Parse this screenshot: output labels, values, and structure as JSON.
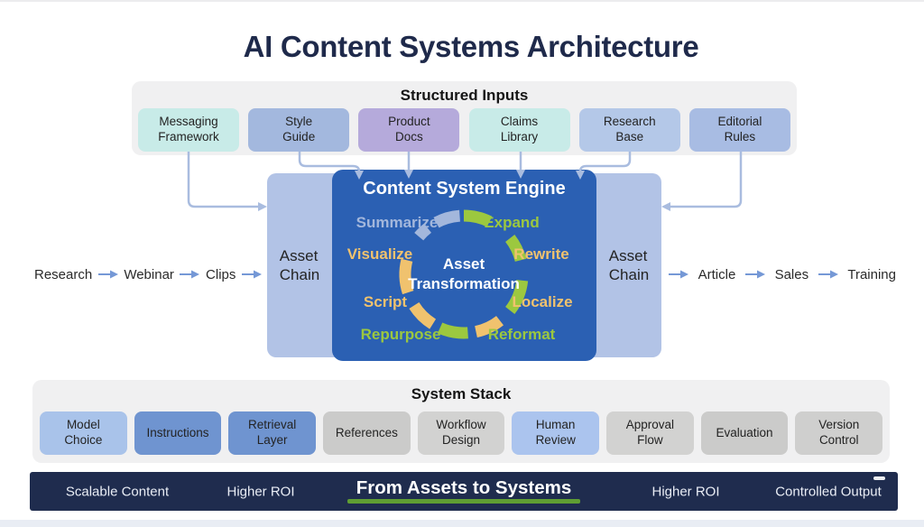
{
  "title": "AI Content Systems Architecture",
  "structured_inputs": {
    "title": "Structured Inputs",
    "boxes": [
      {
        "label": "Messaging\nFramework",
        "color": "#c8ebe8"
      },
      {
        "label": "Style\nGuide",
        "color": "#a3b8de"
      },
      {
        "label": "Product\nDocs",
        "color": "#b5aadb"
      },
      {
        "label": "Claims\nLibrary",
        "color": "#c8ebe8"
      },
      {
        "label": "Research\nBase",
        "color": "#b4c8e8"
      },
      {
        "label": "Editorial\nRules",
        "color": "#a8bce3"
      }
    ]
  },
  "engine": {
    "title": "Content System Engine",
    "center_label": "Asset\nTransformation",
    "asset_chain_left": "Asset\nChain",
    "asset_chain_right": "Asset\nChain",
    "panel_color": "#2b60b3",
    "outer_color": "#b2c3e6",
    "cycle": [
      {
        "label": "Summarize",
        "color": "#a3b7dc"
      },
      {
        "label": "Expand",
        "color": "#9cc83f"
      },
      {
        "label": "Rewrite",
        "color": "#f0c26e"
      },
      {
        "label": "Localize",
        "color": "#f0c26e"
      },
      {
        "label": "Reformat",
        "color": "#9cc83f"
      },
      {
        "label": "Repurpose",
        "color": "#9cc83f"
      },
      {
        "label": "Script",
        "color": "#f0c26e"
      },
      {
        "label": "Visualize",
        "color": "#f0c26e"
      }
    ]
  },
  "left_chain": {
    "items": [
      "Research",
      "Webinar",
      "Clips"
    ]
  },
  "right_chain": {
    "items": [
      "Article",
      "Sales",
      "Training"
    ]
  },
  "system_stack": {
    "title": "System Stack",
    "boxes": [
      {
        "label": "Model\nChoice",
        "color": "#a9c3ea"
      },
      {
        "label": "Instructions",
        "color": "#6f94d0"
      },
      {
        "label": "Retrieval\nLayer",
        "color": "#6f94d0"
      },
      {
        "label": "References",
        "color": "#cbcbca"
      },
      {
        "label": "Workflow\nDesign",
        "color": "#d2d2d1"
      },
      {
        "label": "Human\nReview",
        "color": "#abc4ee"
      },
      {
        "label": "Approval\nFlow",
        "color": "#d2d2d1"
      },
      {
        "label": "Evaluation",
        "color": "#cbcbca"
      },
      {
        "label": "Version\nControl",
        "color": "#cfcfce"
      }
    ]
  },
  "footer": {
    "items": [
      "Scalable Content",
      "Higher ROI",
      "From Assets to Systems",
      "Higher ROI",
      "Controlled Output"
    ],
    "bar_color": "#1f2c4e",
    "underline_color": "#5f9e33"
  }
}
